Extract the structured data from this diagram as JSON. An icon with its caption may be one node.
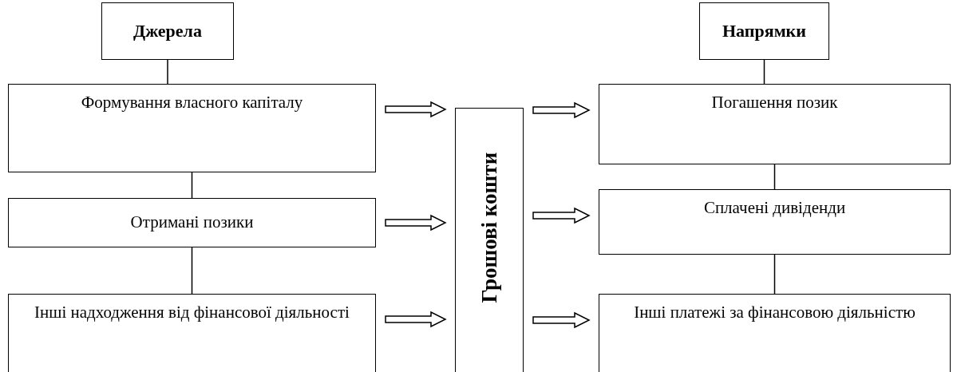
{
  "diagram": {
    "nodes": [
      {
        "text": [
          "Джерела"
        ]
      },
      {
        "text": [
          "Формування власного капіталу"
        ]
      },
      {
        "text": [
          "Отримані позики"
        ]
      },
      {
        "text": [
          "Інші надходження від фінансової діяльності"
        ]
      },
      {
        "text": [
          "Грошові кошти"
        ]
      },
      {
        "text": [
          "Напрямки"
        ]
      },
      {
        "text": [
          "Погашення позик"
        ]
      },
      {
        "text": [
          "Сплачені дивіденди"
        ]
      },
      {
        "text": [
          "Інші платежі за фінансовою діяльністю"
        ]
      }
    ],
    "edges": [
      {
        "from": 0,
        "to": 1,
        "arrow": "none"
      },
      {
        "from": 1,
        "to": 2,
        "arrow": "none"
      },
      {
        "from": 2,
        "to": 3,
        "arrow": "none"
      },
      {
        "from": 5,
        "to": 6,
        "arrow": "none"
      },
      {
        "from": 6,
        "to": 7,
        "arrow": "none"
      },
      {
        "from": 7,
        "to": 8,
        "arrow": "none"
      },
      {
        "from": 1,
        "to": 4,
        "arrow": "to"
      },
      {
        "from": 2,
        "to": 4,
        "arrow": "to"
      },
      {
        "from": 3,
        "to": 4,
        "arrow": "to"
      },
      {
        "from": 4,
        "to": 6,
        "arrow": "to"
      },
      {
        "from": 4,
        "to": 7,
        "arrow": "to"
      },
      {
        "from": 4,
        "to": 8,
        "arrow": "to"
      }
    ]
  }
}
